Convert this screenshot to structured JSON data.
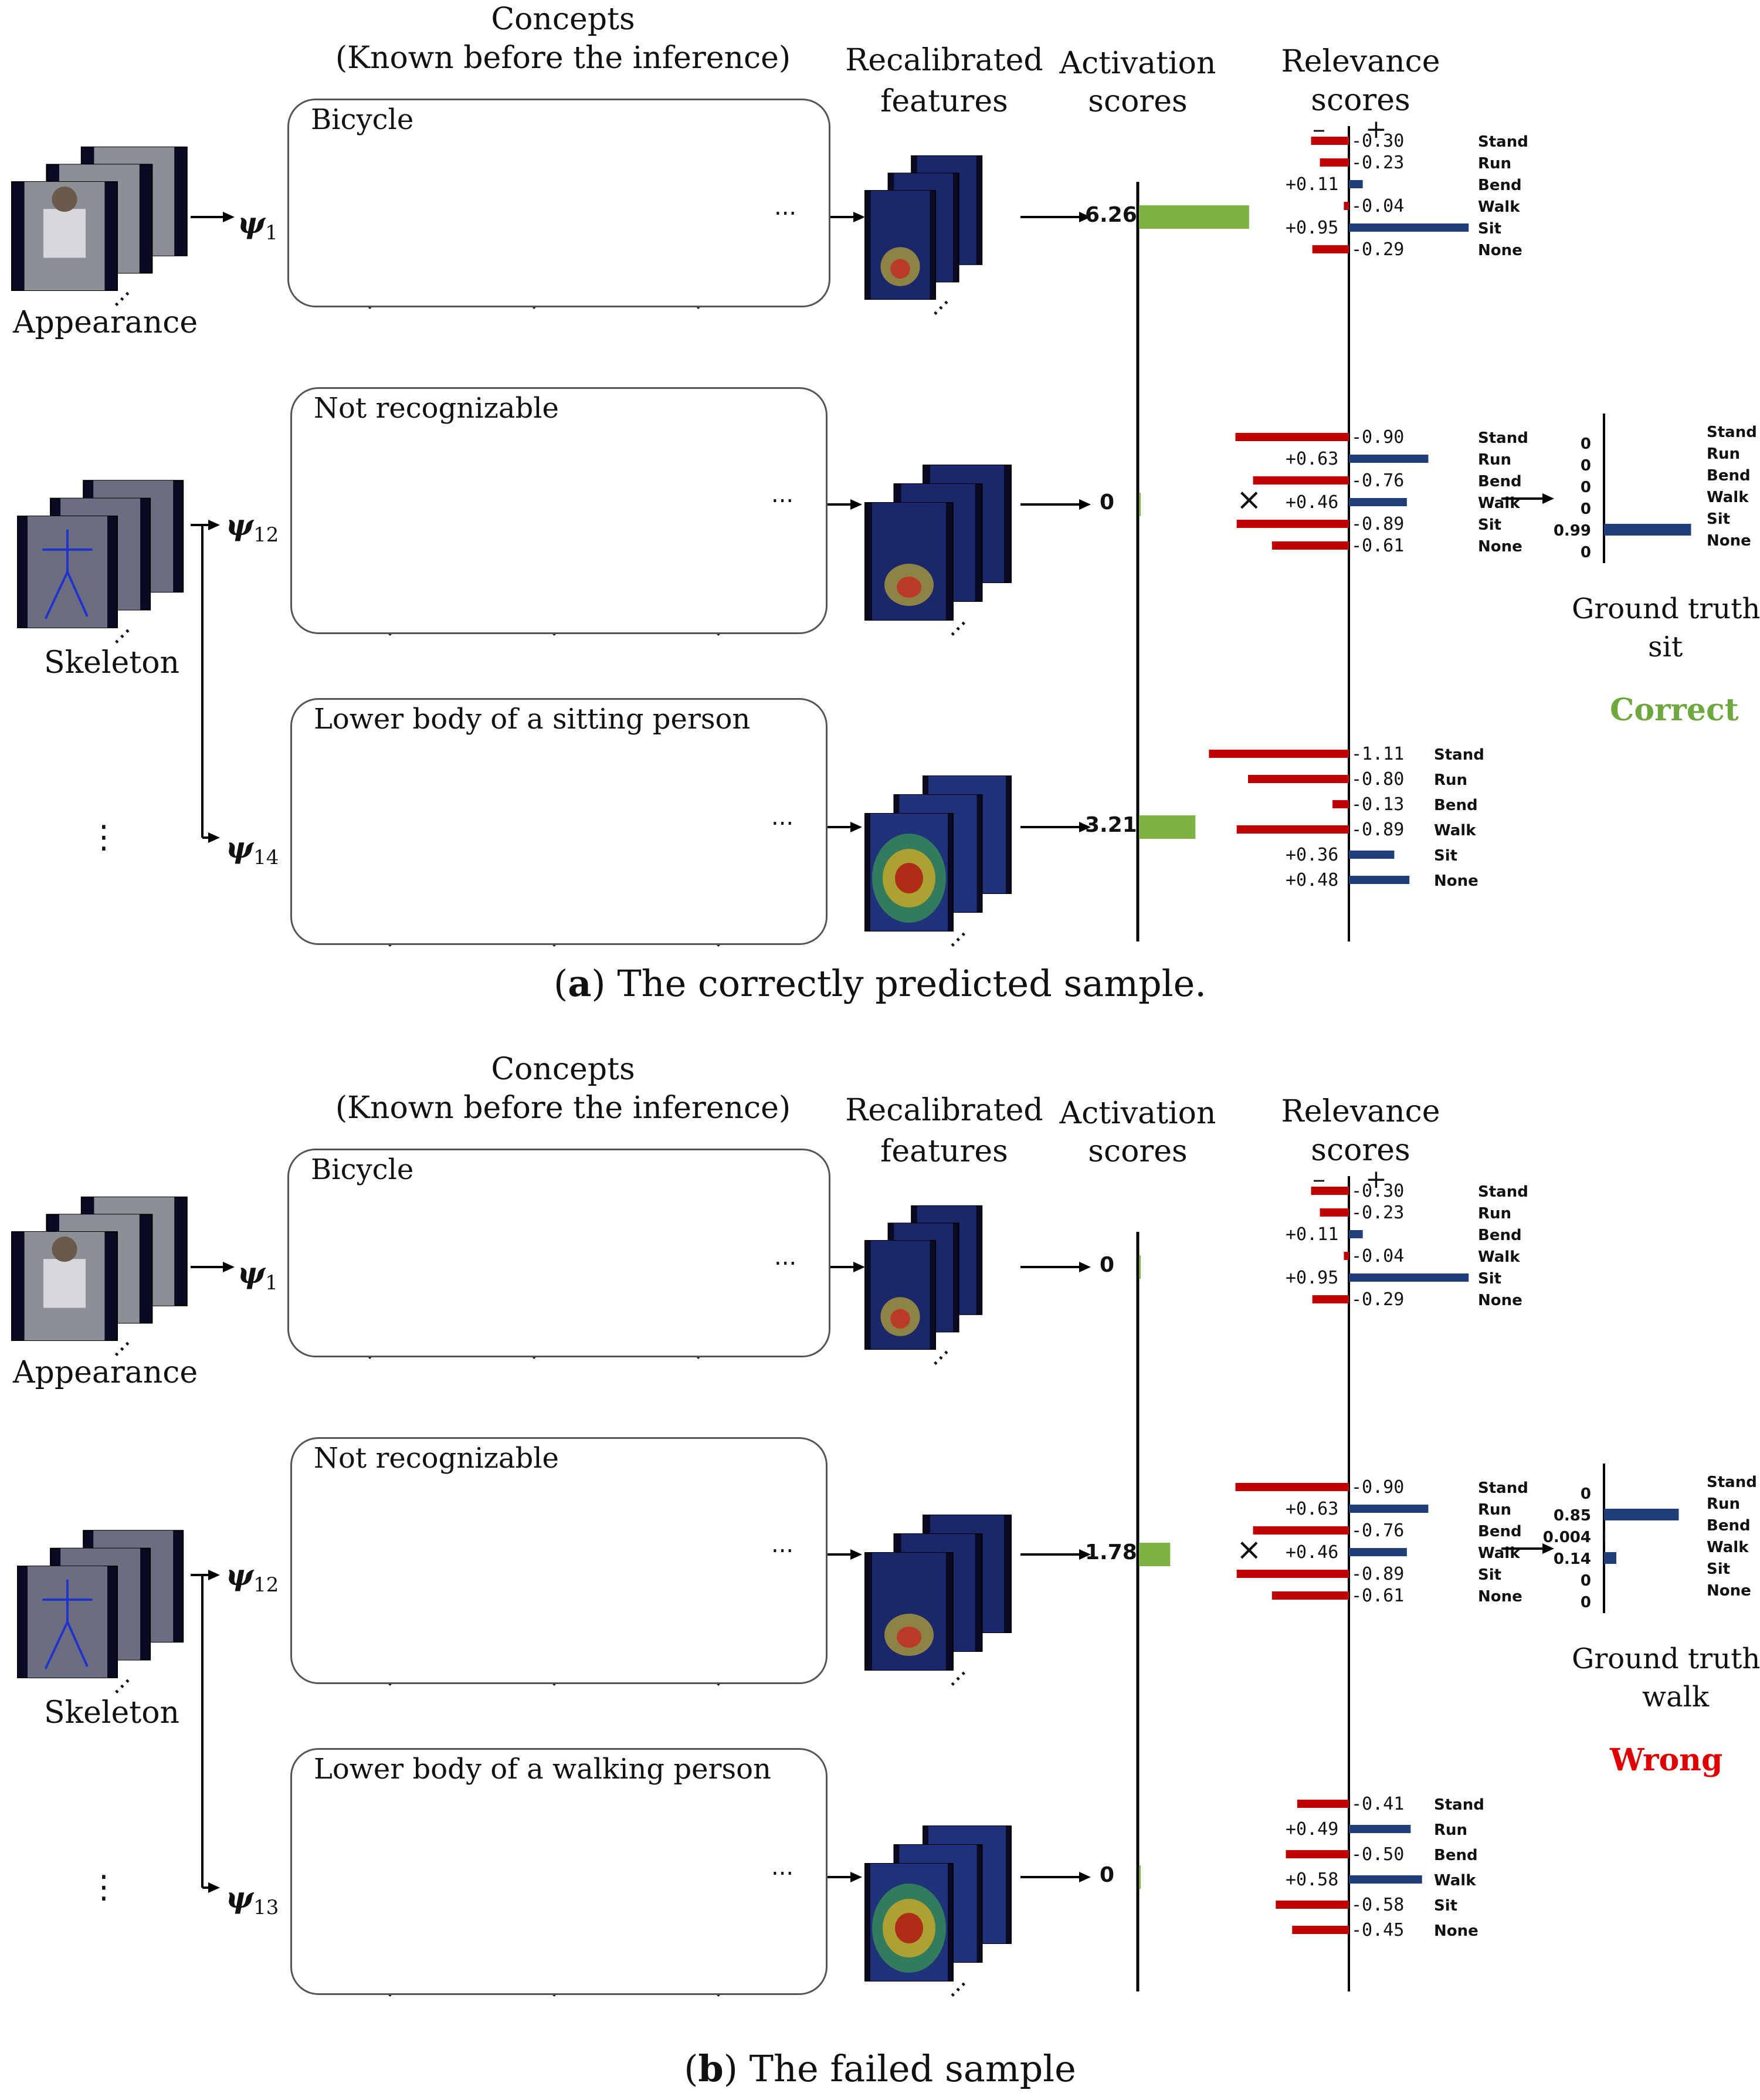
{
  "colors": {
    "activation_bar": "#7cb342",
    "negative_bar": "#c00000",
    "positive_bar": "#1f3f7a",
    "correct": "#6fa83f",
    "wrong": "#e00000"
  },
  "panels": [
    {
      "id": "a",
      "caption_letter": "a",
      "caption_text": "The correctly predicted sample.",
      "headers": {
        "concepts": "Concepts",
        "concepts_sub": "(Known before the inference)",
        "recalibrated": "Recalibrated",
        "recalibrated_sub": "features",
        "activation": "Activation",
        "activation_sub": "scores",
        "relevance": "Relevance",
        "relevance_sub": "scores",
        "minus": "–",
        "plus": "+"
      },
      "input_labels": [
        "Appearance",
        "Skeleton"
      ],
      "rows": [
        {
          "psi_symbol": "ψ",
          "psi_index": "1",
          "concept": "Bicycle",
          "activation_text": "6.26",
          "activation_value": 6.26,
          "relevance": [
            {
              "cls": "Stand",
              "text": "-0.30",
              "value": -0.3
            },
            {
              "cls": "Run",
              "text": "-0.23",
              "value": -0.23
            },
            {
              "cls": "Bend",
              "text": "+0.11",
              "value": 0.11
            },
            {
              "cls": "Walk",
              "text": "-0.04",
              "value": -0.04
            },
            {
              "cls": "Sit",
              "text": "+0.95",
              "value": 0.95
            },
            {
              "cls": "None",
              "text": "-0.29",
              "value": -0.29
            }
          ]
        },
        {
          "psi_symbol": "ψ",
          "psi_index": "12",
          "concept": "Not recognizable",
          "activation_text": "0",
          "activation_value": 0,
          "relevance": [
            {
              "cls": "Stand",
              "text": "-0.90",
              "value": -0.9
            },
            {
              "cls": "Run",
              "text": "+0.63",
              "value": 0.63
            },
            {
              "cls": "Bend",
              "text": "-0.76",
              "value": -0.76
            },
            {
              "cls": "Walk",
              "text": "+0.46",
              "value": 0.46
            },
            {
              "cls": "Sit",
              "text": "-0.89",
              "value": -0.89
            },
            {
              "cls": "None",
              "text": "-0.61",
              "value": -0.61
            }
          ]
        },
        {
          "psi_symbol": "ψ",
          "psi_index": "14",
          "concept": "Lower body of a sitting person",
          "activation_text": "3.21",
          "activation_value": 3.21,
          "relevance": [
            {
              "cls": "Stand",
              "text": "-1.11",
              "value": -1.11
            },
            {
              "cls": "Run",
              "text": "-0.80",
              "value": -0.8
            },
            {
              "cls": "Bend",
              "text": "-0.13",
              "value": -0.13
            },
            {
              "cls": "Walk",
              "text": "-0.89",
              "value": -0.89
            },
            {
              "cls": "Sit",
              "text": "+0.36",
              "value": 0.36
            },
            {
              "cls": "None",
              "text": "+0.48",
              "value": 0.48
            }
          ]
        }
      ],
      "times_symbol": "×",
      "output": [
        {
          "cls": "Stand",
          "text": "0",
          "value": 0
        },
        {
          "cls": "Run",
          "text": "0",
          "value": 0
        },
        {
          "cls": "Bend",
          "text": "0",
          "value": 0
        },
        {
          "cls": "Walk",
          "text": "0",
          "value": 0
        },
        {
          "cls": "Sit",
          "text": "0.99",
          "value": 0.99
        },
        {
          "cls": "None",
          "text": "0",
          "value": 0
        }
      ],
      "ground_truth_label": "Ground truth:",
      "ground_truth_value": "sit",
      "verdict": "Correct",
      "ellipsis": "...",
      "vdots": "⋮"
    },
    {
      "id": "b",
      "caption_letter": "b",
      "caption_text": "The failed sample",
      "headers": {
        "concepts": "Concepts",
        "concepts_sub": "(Known before the inference)",
        "recalibrated": "Recalibrated",
        "recalibrated_sub": "features",
        "activation": "Activation",
        "activation_sub": "scores",
        "relevance": "Relevance",
        "relevance_sub": "scores",
        "minus": "–",
        "plus": "+"
      },
      "input_labels": [
        "Appearance",
        "Skeleton"
      ],
      "rows": [
        {
          "psi_symbol": "ψ",
          "psi_index": "1",
          "concept": "Bicycle",
          "activation_text": "0",
          "activation_value": 0,
          "relevance": [
            {
              "cls": "Stand",
              "text": "-0.30",
              "value": -0.3
            },
            {
              "cls": "Run",
              "text": "-0.23",
              "value": -0.23
            },
            {
              "cls": "Bend",
              "text": "+0.11",
              "value": 0.11
            },
            {
              "cls": "Walk",
              "text": "-0.04",
              "value": -0.04
            },
            {
              "cls": "Sit",
              "text": "+0.95",
              "value": 0.95
            },
            {
              "cls": "None",
              "text": "-0.29",
              "value": -0.29
            }
          ]
        },
        {
          "psi_symbol": "ψ",
          "psi_index": "12",
          "concept": "Not recognizable",
          "activation_text": "1.78",
          "activation_value": 1.78,
          "relevance": [
            {
              "cls": "Stand",
              "text": "-0.90",
              "value": -0.9
            },
            {
              "cls": "Run",
              "text": "+0.63",
              "value": 0.63
            },
            {
              "cls": "Bend",
              "text": "-0.76",
              "value": -0.76
            },
            {
              "cls": "Walk",
              "text": "+0.46",
              "value": 0.46
            },
            {
              "cls": "Sit",
              "text": "-0.89",
              "value": -0.89
            },
            {
              "cls": "None",
              "text": "-0.61",
              "value": -0.61
            }
          ]
        },
        {
          "psi_symbol": "ψ",
          "psi_index": "13",
          "concept": "Lower body of a walking person",
          "activation_text": "0",
          "activation_value": 0,
          "relevance": [
            {
              "cls": "Stand",
              "text": "-0.41",
              "value": -0.41
            },
            {
              "cls": "Run",
              "text": "+0.49",
              "value": 0.49
            },
            {
              "cls": "Bend",
              "text": "-0.50",
              "value": -0.5
            },
            {
              "cls": "Walk",
              "text": "+0.58",
              "value": 0.58
            },
            {
              "cls": "Sit",
              "text": "-0.58",
              "value": -0.58
            },
            {
              "cls": "None",
              "text": "-0.45",
              "value": -0.45
            }
          ]
        }
      ],
      "times_symbol": "×",
      "output": [
        {
          "cls": "Stand",
          "text": "0",
          "value": 0
        },
        {
          "cls": "Run",
          "text": "0.85",
          "value": 0.85
        },
        {
          "cls": "Bend",
          "text": "0.004",
          "value": 0.004
        },
        {
          "cls": "Walk",
          "text": "0.14",
          "value": 0.14
        },
        {
          "cls": "Sit",
          "text": "0",
          "value": 0
        },
        {
          "cls": "None",
          "text": "0",
          "value": 0
        }
      ],
      "ground_truth_label": "Ground truth:",
      "ground_truth_value": "walk",
      "verdict": "Wrong",
      "ellipsis": "...",
      "vdots": "⋮"
    }
  ]
}
